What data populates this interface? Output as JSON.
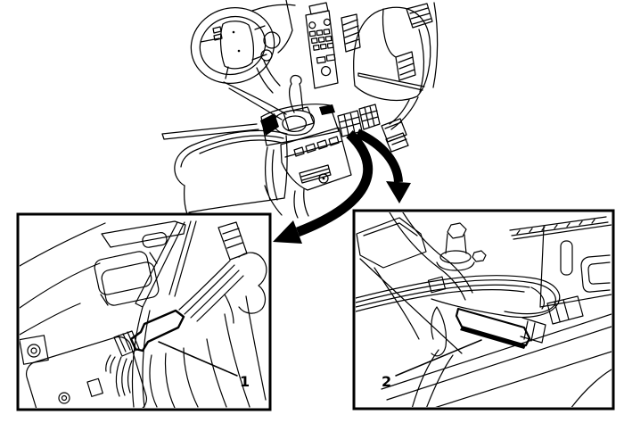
{
  "figure": {
    "kind": "vehicle service manual line illustration",
    "colors": {
      "ink": "#000000",
      "paper": "#ffffff"
    },
    "overview": {
      "subject": "instrument panel and floor console"
    },
    "icons": [
      {
        "name": "curved-callout-arrow-left"
      },
      {
        "name": "curved-callout-arrow-right"
      }
    ],
    "callouts": {
      "one": {
        "label": "1"
      },
      "two": {
        "label": "2"
      }
    }
  }
}
